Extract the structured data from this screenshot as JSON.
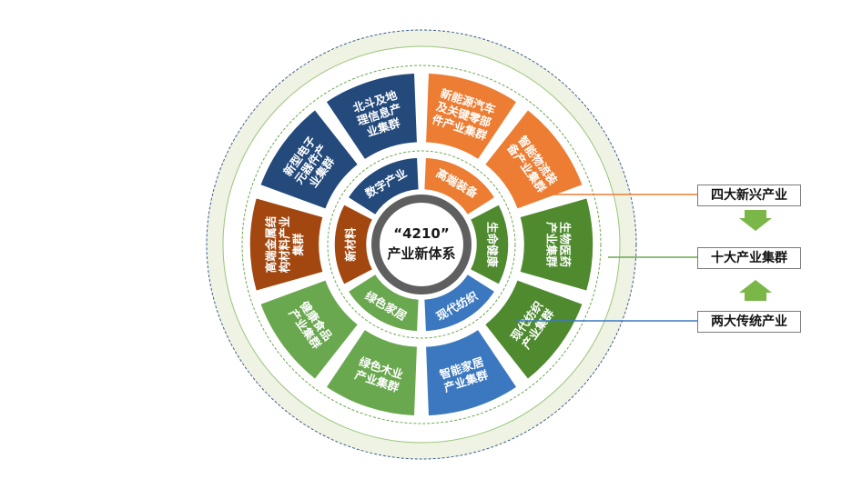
{
  "center": {
    "line1": "“4210”",
    "line2": "产业新体系"
  },
  "inner_ring": [
    {
      "label": "数字产业",
      "color": "#244a7c"
    },
    {
      "label": "高端装备",
      "color": "#ec7d32"
    },
    {
      "label": "生命健康",
      "color": "#4f8a2f"
    },
    {
      "label": "现代纺织",
      "color": "#3b78bf"
    },
    {
      "label": "绿色家居",
      "color": "#6aa84f"
    },
    {
      "label": "新材料",
      "color": "#a2470f"
    }
  ],
  "outer_ring": [
    {
      "lines": [
        "北斗及地",
        "理信息产",
        "业集群"
      ],
      "color": "#244a7c"
    },
    {
      "lines": [
        "新能源汽车",
        "及关键零部",
        "件产业集群"
      ],
      "color": "#ec7d32"
    },
    {
      "lines": [
        "智能物流装",
        "备产业集群"
      ],
      "color": "#ec7d32"
    },
    {
      "lines": [
        "生物医药",
        "产业集群"
      ],
      "color": "#4f8a2f"
    },
    {
      "lines": [
        "现代纺织",
        "产业集群"
      ],
      "color": "#4f8a2f"
    },
    {
      "lines": [
        "智能家居",
        "产业集群"
      ],
      "color": "#3b78bf"
    },
    {
      "lines": [
        "绿色木业",
        "产业集群"
      ],
      "color": "#6aa84f"
    },
    {
      "lines": [
        "健康食品",
        "产业集群"
      ],
      "color": "#6aa84f"
    },
    {
      "lines": [
        "高端金属结",
        "构材料产业",
        "集群"
      ],
      "color": "#a2470f"
    },
    {
      "lines": [
        "新型电子",
        "元器件产",
        "业集群"
      ],
      "color": "#244a7c"
    }
  ],
  "right_labels": {
    "emerging": "四大新兴产业",
    "clusters": "十大产业集群",
    "traditional": "两大传统产业"
  },
  "colors": {
    "outer_halo": "#eef3e4",
    "arrow": "#7ab648",
    "line_orange": "#ec7d32",
    "line_green": "#6aa84f",
    "line_blue": "#3b78bf"
  }
}
